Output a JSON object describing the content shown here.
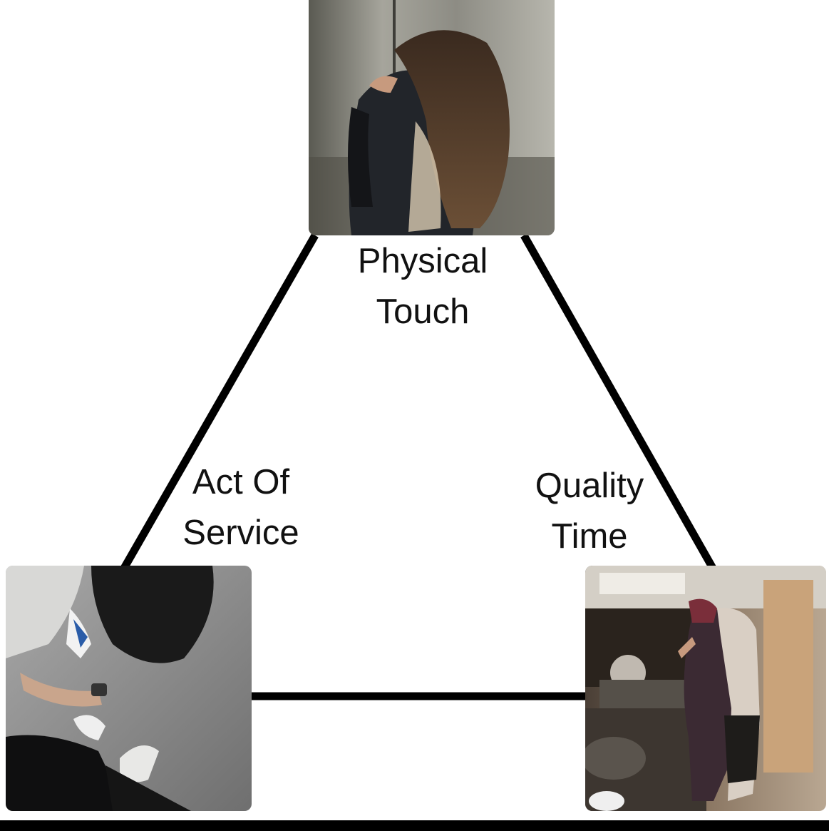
{
  "diagram": {
    "nodes": [
      {
        "id": "top",
        "label_lines": [
          "Physical",
          "Touch"
        ],
        "photo": "couple-hugging-in-elevator"
      },
      {
        "id": "left",
        "label_lines": [
          "Act Of",
          "Service"
        ],
        "photo": "tying-shoelaces"
      },
      {
        "id": "right",
        "label_lines": [
          "Quality",
          "Time"
        ],
        "photo": "couple-cooking-in-kitchen"
      }
    ],
    "edges": [
      {
        "from": "top",
        "to": "left"
      },
      {
        "from": "top",
        "to": "right"
      },
      {
        "from": "left",
        "to": "right"
      }
    ]
  },
  "colors": {
    "background": "#ffffff",
    "line": "#000000",
    "text": "#111111"
  }
}
